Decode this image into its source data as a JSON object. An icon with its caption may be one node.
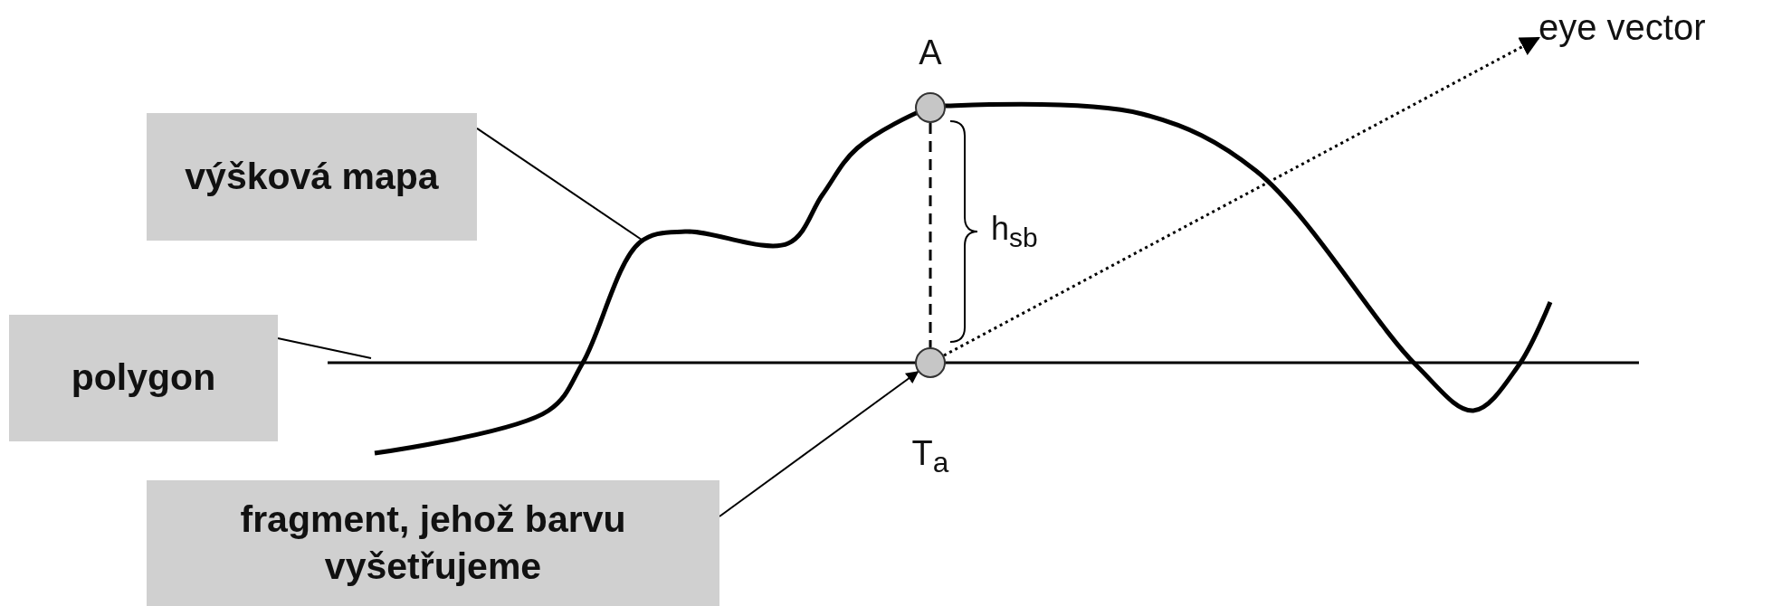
{
  "diagram": {
    "nodes": [
      {
        "text": [
          "výšková mapa"
        ]
      },
      {
        "text": [
          "polygon"
        ]
      },
      {
        "text": [
          "fragment, jehož barvu vyšetřujeme"
        ]
      },
      {
        "text": [],
        "shape": "circle",
        "beside": [
          "A"
        ]
      },
      {
        "text": [],
        "shape": "circle",
        "beside": [
          "T$_{a}$"
        ]
      },
      {
        "text": [
          "eye vector"
        ]
      }
    ],
    "edges": [
      {
        "from": 0,
        "to": null,
        "arrow": "none"
      },
      {
        "from": 1,
        "to": null,
        "arrow": "none"
      },
      {
        "from": 2,
        "to": 4,
        "arrow": "to"
      },
      {
        "from": 3,
        "to": 4,
        "arrow": "none",
        "style": "dashed"
      },
      {
        "from": 4,
        "to": 5,
        "arrow": "to",
        "style": "dashed"
      }
    ],
    "labels": [
      "h$_{sb}$"
    ]
  }
}
